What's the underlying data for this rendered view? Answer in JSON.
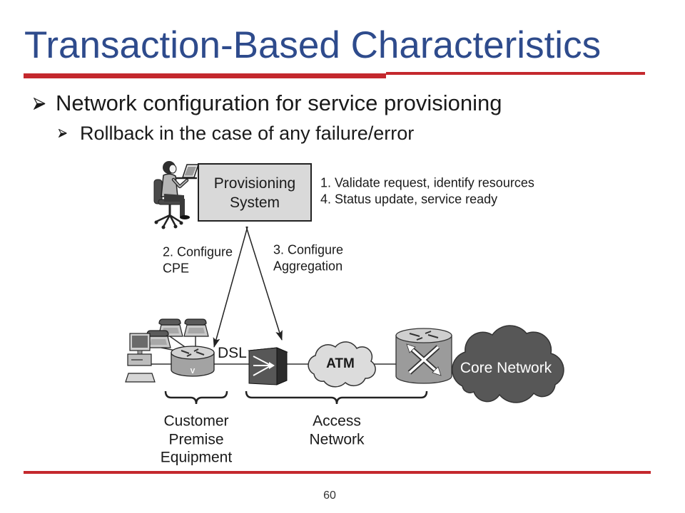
{
  "slide": {
    "title": "Transaction-Based Characteristics",
    "bullets": [
      {
        "level": 1,
        "text": "Network configuration for service provisioning"
      },
      {
        "level": 2,
        "text": "Rollback in the case of any failure/error"
      }
    ],
    "page_number": "60"
  },
  "diagram": {
    "provisioning_system": [
      "Provisioning",
      "System"
    ],
    "status_notes": [
      "1. Validate request, identify resources",
      "4. Status update, service ready"
    ],
    "configure_cpe": [
      "2. Configure",
      "CPE"
    ],
    "configure_aggregation": [
      "3. Configure",
      "Aggregation"
    ],
    "link_label": "DSL",
    "router_badge": "V",
    "atm_cloud": "ATM",
    "core_cloud": "Core Network",
    "customer_premise_equipment": [
      "Customer",
      "Premise",
      "Equipment"
    ],
    "access_network": [
      "Access",
      "Network"
    ],
    "icons": [
      "operator-at-desk",
      "ip-phone",
      "desktop-computer",
      "voice-router",
      "aggregation-switch",
      "atm-switch",
      "cloud"
    ]
  },
  "colors": {
    "title": "#2E4B8C",
    "accent": "#C4282D",
    "text": "#1A1A1A",
    "box_fill": "#D9D9D9",
    "atm_cloud": "#DCDCDC",
    "core_cloud": "#575757"
  }
}
